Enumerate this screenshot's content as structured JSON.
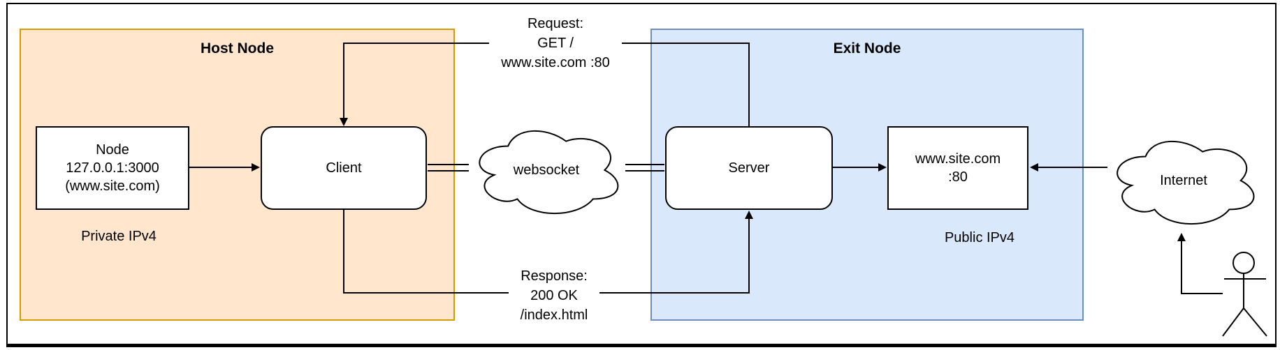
{
  "diagram": {
    "colors": {
      "host_fill": "#FFE6CC",
      "host_border": "#D79B00",
      "exit_fill": "#DAE8FC",
      "exit_border": "#6C8EBF",
      "shape_fill": "#FFFFFF",
      "shape_border": "#000000"
    },
    "host_group": {
      "title": "Host Node",
      "caption": "Private IPv4"
    },
    "exit_group": {
      "title": "Exit Node",
      "caption": "Public IPv4"
    },
    "nodes": {
      "node_box": {
        "lines": [
          "Node",
          "127.0.0.1:3000",
          "(www.site.com)"
        ]
      },
      "client_box": {
        "label": "Client"
      },
      "server_box": {
        "label": "Server"
      },
      "site_box": {
        "lines": [
          "www.site.com",
          ":80"
        ]
      },
      "websocket_cloud": {
        "label": "websocket"
      },
      "internet_cloud": {
        "label": "Internet"
      }
    },
    "edges": {
      "request": {
        "lines": [
          "Request:",
          "GET /",
          "www.site.com :80"
        ]
      },
      "response": {
        "lines": [
          "Response:",
          "200 OK",
          "/index.html"
        ]
      }
    }
  }
}
